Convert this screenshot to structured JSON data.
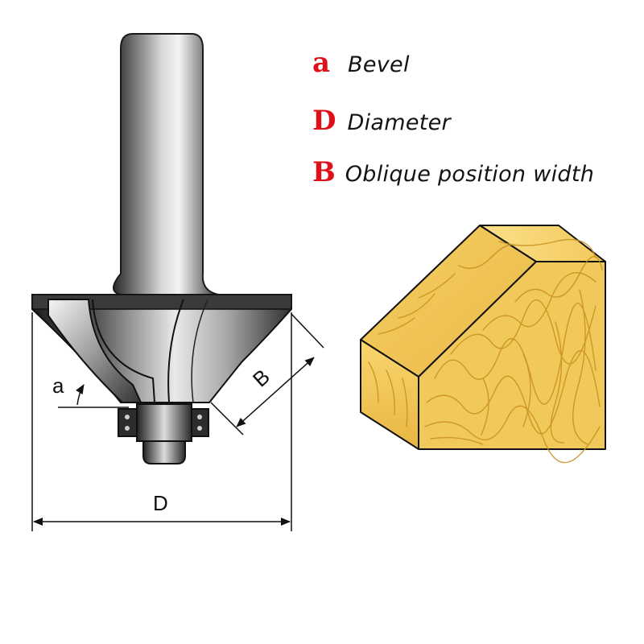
{
  "legend": [
    {
      "key": "a",
      "text": "Bevel"
    },
    {
      "key": "D",
      "text": "Diameter"
    },
    {
      "key": "B",
      "text": "Oblique position width"
    }
  ],
  "dimensions": {
    "angle": "a",
    "width": "B",
    "diameter": "D"
  },
  "colors": {
    "legend_key": "#e0101a",
    "wood": "#f2c75a",
    "steel_dark": "#2b2b2b",
    "steel_light": "#e8e8e8"
  }
}
